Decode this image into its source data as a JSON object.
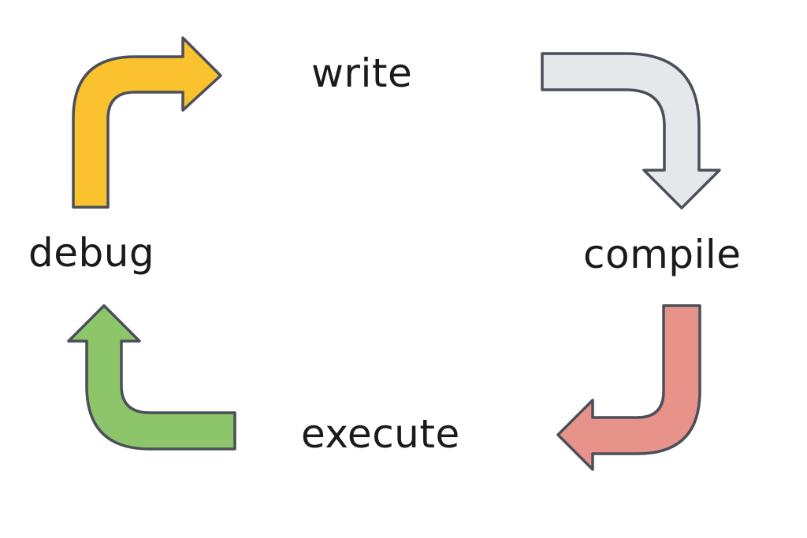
{
  "cycle": {
    "steps": [
      {
        "label": "write"
      },
      {
        "label": "compile"
      },
      {
        "label": "execute"
      },
      {
        "label": "debug"
      }
    ],
    "arrows": [
      {
        "from": "debug",
        "to": "write",
        "fill": "#F9C22E"
      },
      {
        "from": "write",
        "to": "compile",
        "fill": "#E6E7EA"
      },
      {
        "from": "compile",
        "to": "execute",
        "fill": "#E8938A"
      },
      {
        "from": "execute",
        "to": "debug",
        "fill": "#8DC66A"
      }
    ],
    "outline_color": "#4A4F5A",
    "text_color": "#1A1A1A"
  }
}
